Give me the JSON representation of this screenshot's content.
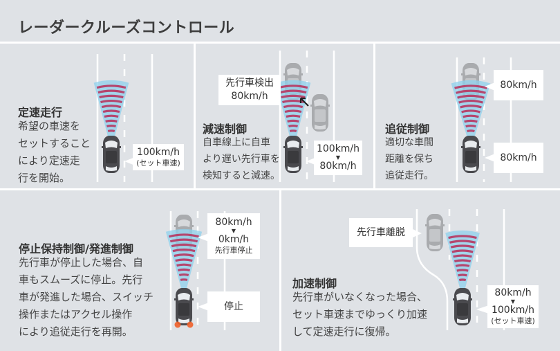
{
  "header": {
    "title": "レーダークルーズコントロール"
  },
  "panels": [
    {
      "title": "定速走行",
      "description": "希望の車速を\nセットすること\nにより定速走\n行を開始。",
      "callouts": [
        {
          "line1": "100km/h",
          "note": "(セット車速)"
        }
      ]
    },
    {
      "title": "減速制御",
      "description": "自車線上に自車\nより遅い先行車を\n検知すると減速。",
      "callouts": [
        {
          "line1": "先行車検出",
          "line2": "80km/h"
        },
        {
          "line1": "100km/h",
          "arrow": "▼",
          "line2": "80km/h"
        }
      ]
    },
    {
      "title": "追従制御",
      "description": "適切な車間\n距離を保ち\n追従走行。",
      "callouts": [
        {
          "line1": "80km/h"
        },
        {
          "line1": "80km/h"
        }
      ]
    },
    {
      "title": "停止保持制御/発進制御",
      "description": "先行車が停止した場合、自\n車もスムーズに停止。先行\n車が発進した場合、スイッチ\n操作またはアクセル操作\nにより追従走行を再開。",
      "callouts": [
        {
          "line1": "80km/h",
          "arrow": "▼",
          "line2": "0km/h",
          "note": "先行車停止"
        },
        {
          "line1": "停止"
        }
      ]
    },
    {
      "title": "加速制御",
      "description": "先行車がいなくなった場合、\nセット車速までゆっくり加速\nして定速走行に復帰。",
      "callouts": [
        {
          "line1": "先行車離脱"
        },
        {
          "line1": "80km/h",
          "arrow": "▼",
          "line2": "100km/h",
          "note": "(セット車速)"
        }
      ]
    }
  ],
  "colors": {
    "background": "#dfe2e6",
    "radar_fill": "#8fd0ec",
    "radar_waves": "#b5466e",
    "own_car": "#4a4a4e",
    "other_car": "#a9abae",
    "brake_light": "#f0602a"
  }
}
